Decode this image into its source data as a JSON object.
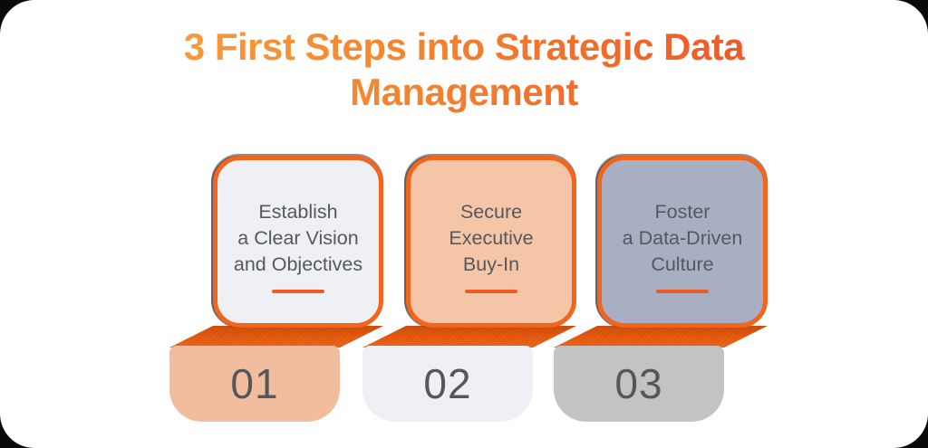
{
  "title": {
    "line1": "3 First Steps into Strategic Data",
    "line2": "Management"
  },
  "steps": [
    {
      "id": "01",
      "label": "Establish\na Clear Vision\nand Objectives",
      "card_fill": "#eef0f4",
      "base_fill": "#f2bd9f"
    },
    {
      "id": "02",
      "label": "Secure\nExecutive\nBuy-In",
      "card_fill": "#f5c5a7",
      "base_fill": "#eef0f3"
    },
    {
      "id": "03",
      "label": "Foster\na Data-Driven\nCulture",
      "card_fill": "#a9afc3",
      "base_fill": "#c3c3c5"
    }
  ],
  "colors": {
    "accent_border": "#f3641d",
    "connector": "#eb5b0e",
    "underline": "#f15a22",
    "title_gradient_start": "#f9a63e",
    "title_gradient_end": "#ef5b28",
    "label_text": "#55585f",
    "number_text": "#56565b",
    "canvas_background": "#ffffff",
    "outside_background": "#0a0a0a"
  }
}
